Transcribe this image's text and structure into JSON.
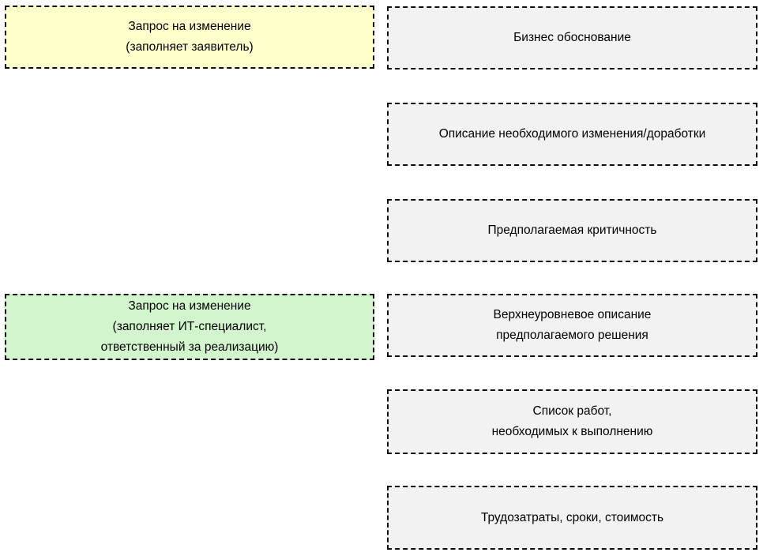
{
  "diagram": {
    "title": "Change request form structure diagram",
    "colors": {
      "requester_fill": "#FFFFCC",
      "specialist_fill": "#D3F5CE",
      "field_fill": "#F2F2F2",
      "border": "#0D0D0D",
      "text": "#000000",
      "background": "#FFFFFF"
    },
    "left_column": {
      "requester_box": {
        "text": "Запрос на изменение\n(заполняет заявитель)"
      },
      "specialist_box": {
        "text": "Запрос на изменение\n(заполняет ИТ-специалист,\nответственный за реализацию)"
      }
    },
    "right_column": {
      "fields": [
        {
          "text": "Бизнес обоснование"
        },
        {
          "text": "Описание необходимого изменения/доработки"
        },
        {
          "text": "Предполагаемая критичность"
        },
        {
          "text": "Верхнеуровневое описание\nпредполагаемого решения"
        },
        {
          "text": "Список работ,\nнеобходимых к выполнению"
        },
        {
          "text": "Трудозатраты, сроки, стоимость"
        }
      ]
    }
  }
}
